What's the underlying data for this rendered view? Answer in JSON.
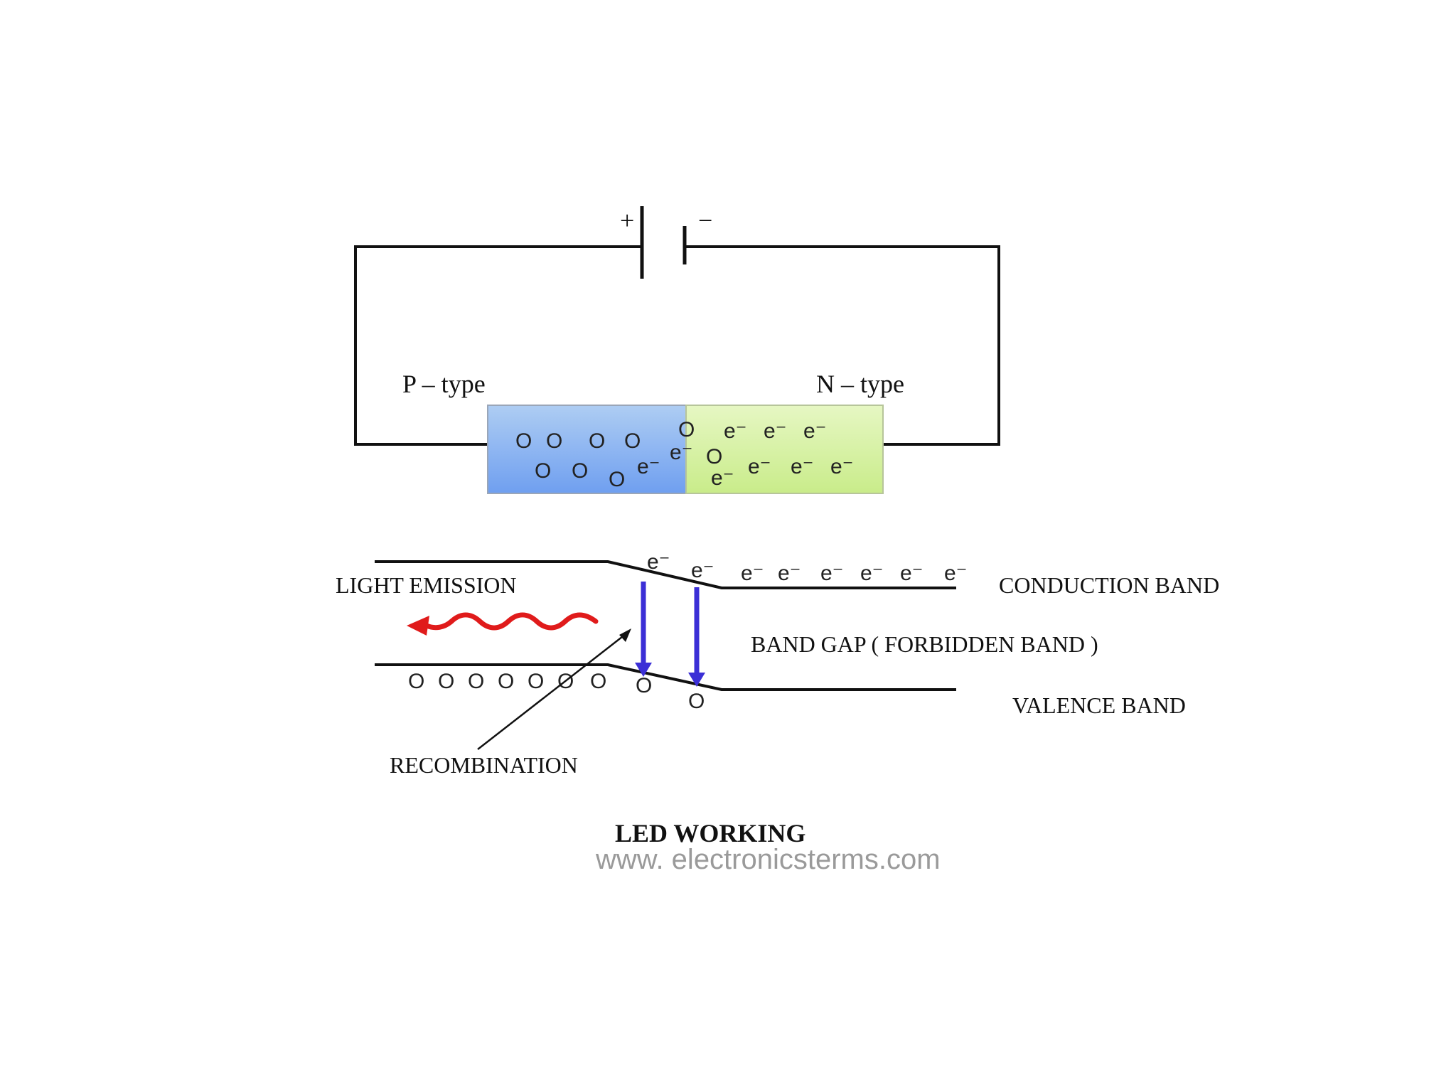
{
  "battery": {
    "plus": "+",
    "minus": "−"
  },
  "labels": {
    "p_type": "P – type",
    "n_type": "N – type",
    "light_emission": "LIGHT EMISSION",
    "conduction_band": "CONDUCTION BAND",
    "band_gap": "BAND GAP ( FORBIDDEN BAND )",
    "valence_band": "VALENCE  BAND",
    "recombination": "RECOMBINATION"
  },
  "symbols": {
    "hole": "O",
    "electron": "e⁻"
  },
  "title": "LED  WORKING",
  "watermark": "www. electronicsterms.com",
  "colors": {
    "p_region_top": "#aecdf3",
    "p_region_bottom": "#6f9ff0",
    "n_region": "#d9f1aa",
    "transition_arrow": "#3b2fd6",
    "light_wave": "#e01b1b",
    "line": "#111111",
    "watermark": "#9a9a9a"
  }
}
